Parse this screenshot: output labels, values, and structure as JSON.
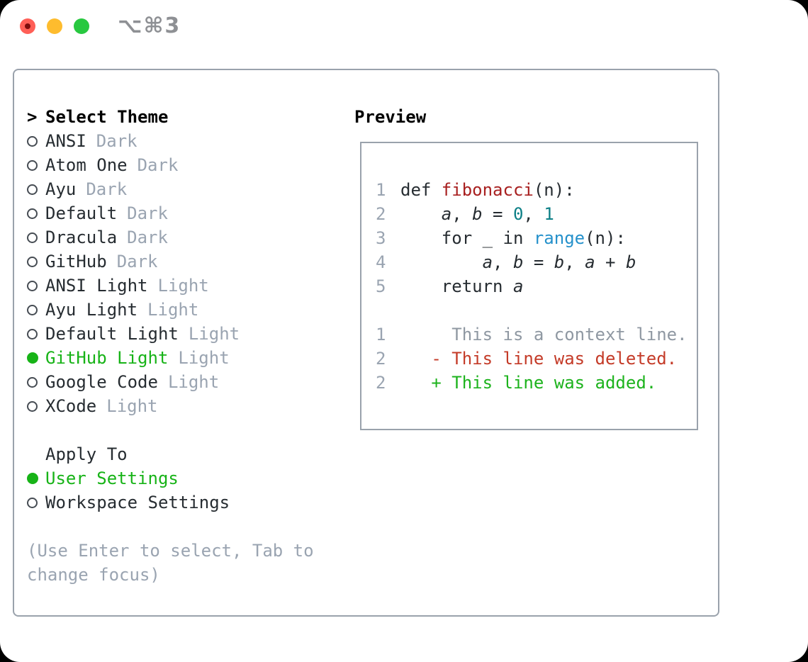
{
  "titlebar": {
    "shortcut": "⌥⌘3",
    "traffic_lights": [
      {
        "name": "close"
      },
      {
        "name": "minimize"
      },
      {
        "name": "zoom"
      }
    ]
  },
  "colors": {
    "green": "#17b317",
    "added_green": "#1db31d",
    "deleted_red": "#c43b28",
    "function_red": "#a82020",
    "number_teal": "#0c7f86",
    "builtin_blue": "#2591cb",
    "muted_gray": "#9aa4b1",
    "context_gray": "#8f98a2",
    "text_dark": "#262c31",
    "border_gray": "#9aa2ac",
    "traffic_red": "#ff5f57",
    "traffic_yellow": "#febc2e",
    "traffic_green": "#28c840",
    "title_gray": "#8e9094"
  },
  "theme_panel": {
    "header": {
      "prompt": ">",
      "label": "Select Theme"
    },
    "items": [
      {
        "name": "ANSI",
        "variant": "Dark",
        "selected": false
      },
      {
        "name": "Atom One",
        "variant": "Dark",
        "selected": false
      },
      {
        "name": "Ayu",
        "variant": "Dark",
        "selected": false
      },
      {
        "name": "Default",
        "variant": "Dark",
        "selected": false
      },
      {
        "name": "Dracula",
        "variant": "Dark",
        "selected": false
      },
      {
        "name": "GitHub",
        "variant": "Dark",
        "selected": false
      },
      {
        "name": "ANSI Light",
        "variant": "Light",
        "selected": false
      },
      {
        "name": "Ayu Light",
        "variant": "Light",
        "selected": false
      },
      {
        "name": "Default Light",
        "variant": "Light",
        "selected": false
      },
      {
        "name": "GitHub Light",
        "variant": "Light",
        "selected": true
      },
      {
        "name": "Google Code",
        "variant": "Light",
        "selected": false
      },
      {
        "name": "XCode",
        "variant": "Light",
        "selected": false
      }
    ],
    "apply_to": {
      "header": "Apply To",
      "options": [
        {
          "label": "User Settings",
          "selected": true
        },
        {
          "label": "Workspace Settings",
          "selected": false
        }
      ]
    },
    "hint": "(Use Enter to select, Tab to change focus)"
  },
  "preview": {
    "header": "Preview",
    "code_lines": [
      {
        "num": "1",
        "tokens": [
          [
            "def ",
            "plain"
          ],
          [
            "fibonacci",
            "func"
          ],
          [
            "(n):",
            "plain"
          ]
        ]
      },
      {
        "num": "2",
        "tokens": [
          [
            "    ",
            "plain"
          ],
          [
            "a",
            "var"
          ],
          [
            ", ",
            "plain"
          ],
          [
            "b",
            "var"
          ],
          [
            " = ",
            "plain"
          ],
          [
            "0",
            "num"
          ],
          [
            ", ",
            "plain"
          ],
          [
            "1",
            "num"
          ]
        ]
      },
      {
        "num": "3",
        "tokens": [
          [
            "    for _ in ",
            "plain"
          ],
          [
            "range",
            "builtin"
          ],
          [
            "(n):",
            "plain"
          ]
        ]
      },
      {
        "num": "4",
        "tokens": [
          [
            "        ",
            "plain"
          ],
          [
            "a",
            "var"
          ],
          [
            ", ",
            "plain"
          ],
          [
            "b",
            "var"
          ],
          [
            " = ",
            "plain"
          ],
          [
            "b",
            "var"
          ],
          [
            ", ",
            "plain"
          ],
          [
            "a",
            "var"
          ],
          [
            " + ",
            "plain"
          ],
          [
            "b",
            "var"
          ]
        ]
      },
      {
        "num": "5",
        "tokens": [
          [
            "    return ",
            "plain"
          ],
          [
            "a",
            "var"
          ]
        ]
      },
      {
        "num": "",
        "tokens": []
      },
      {
        "num": "1",
        "tokens": [
          [
            "     This is a context line.",
            "context"
          ]
        ]
      },
      {
        "num": "2",
        "tokens": [
          [
            "   - This line was deleted.",
            "deleted"
          ]
        ]
      },
      {
        "num": "2",
        "tokens": [
          [
            "   + This line was added.",
            "added"
          ]
        ]
      }
    ]
  }
}
